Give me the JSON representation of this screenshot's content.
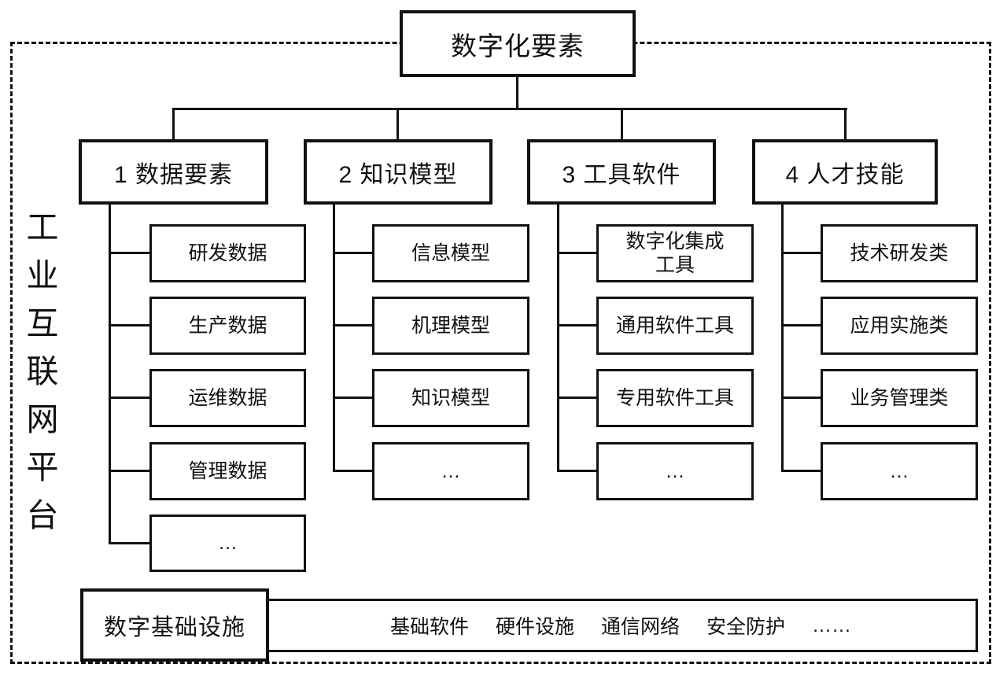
{
  "root": {
    "label": "数字化要素"
  },
  "side_label": {
    "text": "工业互联网平台",
    "chars": [
      "工",
      "业",
      "互",
      "联",
      "网",
      "平",
      "台"
    ]
  },
  "branches": [
    {
      "label": "1 数据要素",
      "children": [
        "研发数据",
        "生产数据",
        "运维数据",
        "管理数据",
        "…"
      ]
    },
    {
      "label": "2 知识模型",
      "children": [
        "信息模型",
        "机理模型",
        "知识模型",
        "…"
      ]
    },
    {
      "label": "3 工具软件",
      "children": [
        "数字化集成\n工具",
        "通用软件工具",
        "专用软件工具",
        "…"
      ]
    },
    {
      "label": "4 人才技能",
      "children": [
        "技术研发类",
        "应用实施类",
        "业务管理类",
        "…"
      ]
    }
  ],
  "infrastructure": {
    "label": "数字基础设施",
    "items": [
      "基础软件",
      "硬件设施",
      "通信网络",
      "安全防护",
      "……"
    ]
  },
  "colors": {
    "line": "#111111",
    "background": "#ffffff"
  }
}
